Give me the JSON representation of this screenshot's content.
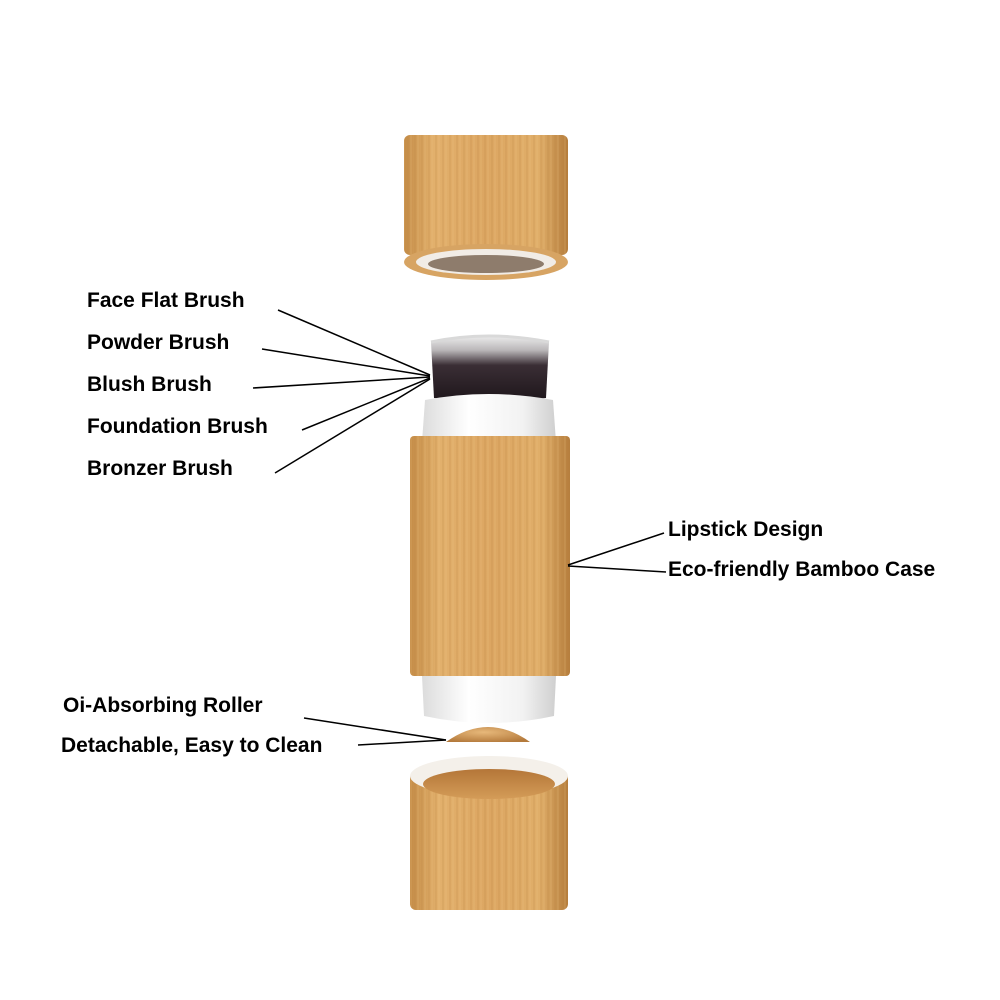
{
  "product": {
    "brush_labels": [
      "Face Flat Brush",
      "Powder Brush",
      "Blush Brush",
      "Foundation Brush",
      "Bronzer Brush"
    ],
    "case_labels": [
      "Lipstick Design",
      "Eco-friendly Bamboo Case"
    ],
    "roller_labels": [
      "Oi-Absorbing Roller",
      "Detachable, Easy to Clean"
    ]
  },
  "colors": {
    "bamboo": "#d9a65f",
    "bamboo_dark": "#b98443",
    "bristle_dark": "#2a2026",
    "bristle_tip": "#e6e6e6",
    "ferrule_white": "#f4f4f4",
    "leader_line": "#000000"
  }
}
